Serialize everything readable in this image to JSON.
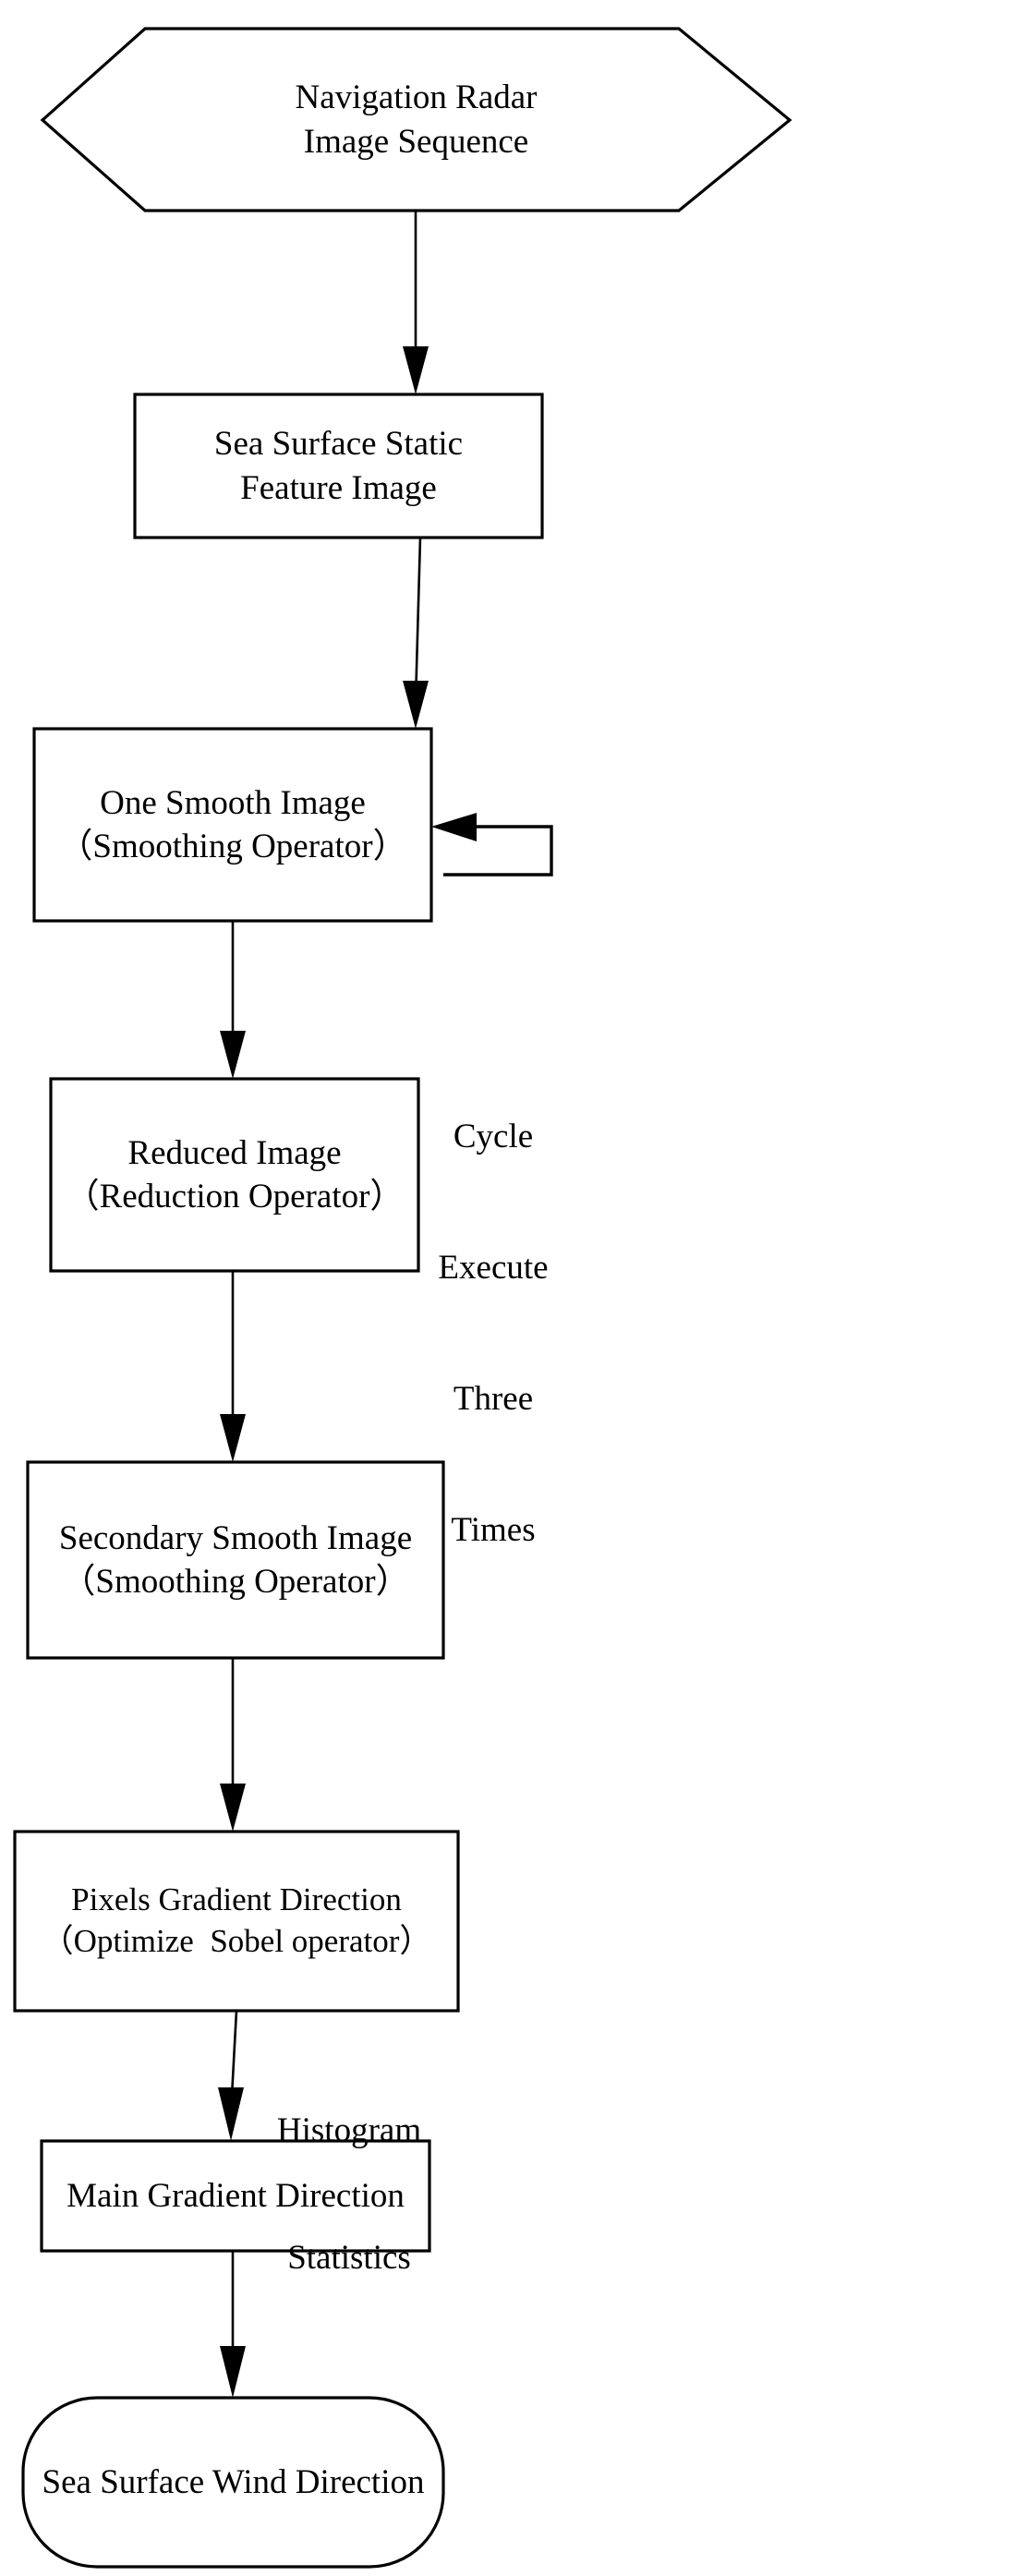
{
  "diagram": {
    "title": "Sea Surface Wind Direction Retrieval Flowchart",
    "type": "flowchart",
    "background_color": "#ffffff",
    "stroke_color": "#000000",
    "nodes": [
      {
        "id": "navigation-radar-image-sequence",
        "shape": "hexagon",
        "line1": "Navigation Radar",
        "line2": "Image Sequence"
      },
      {
        "id": "sea-surface-static-feature-image",
        "shape": "rectangle",
        "line1": "Sea Surface Static",
        "line2": "Feature Image"
      },
      {
        "id": "one-smooth-image",
        "shape": "rectangle",
        "line1": "One Smooth Image",
        "line2": "（Smoothing Operator）"
      },
      {
        "id": "reduced-image",
        "shape": "rectangle",
        "line1": "Reduced Image",
        "line2": "（Reduction Operator）"
      },
      {
        "id": "secondary-smooth-image",
        "shape": "rectangle",
        "line1": "Secondary Smooth Image",
        "line2": "（Smoothing Operator）"
      },
      {
        "id": "pixels-gradient-direction",
        "shape": "rectangle",
        "line1": "Pixels Gradient Direction",
        "line2": "（Optimize  Sobel operator）"
      },
      {
        "id": "main-gradient-direction",
        "shape": "rectangle",
        "line1": "Main Gradient Direction",
        "line2": ""
      },
      {
        "id": "sea-surface-wind-direction",
        "shape": "stadium",
        "line1": "Sea Surface Wind Direction",
        "line2": ""
      }
    ],
    "edge_labels": {
      "cycle_line1": "Cycle",
      "cycle_line2": "Execute",
      "cycle_line3": "Three",
      "cycle_line4": "Times",
      "histogram_line1": "Histogram",
      "histogram_line2": "Statistics"
    }
  }
}
